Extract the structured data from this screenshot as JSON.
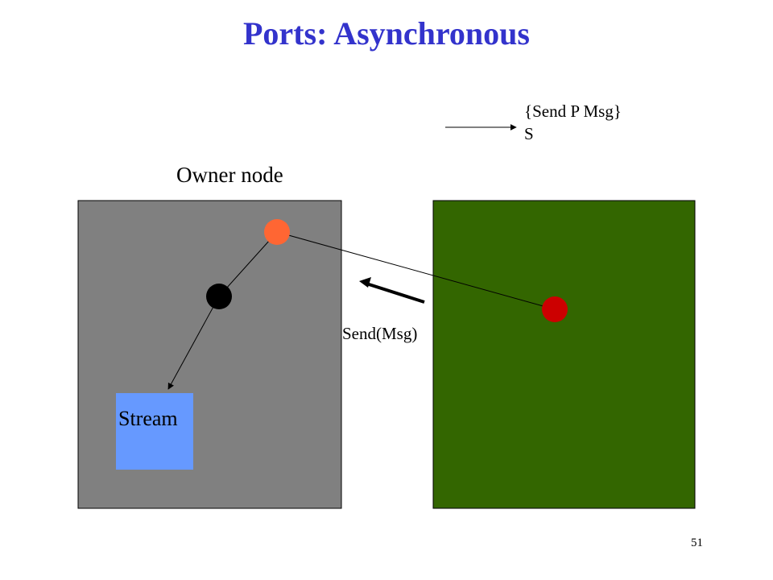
{
  "slide": {
    "title": "Ports: Asynchronous",
    "page_number": "51"
  },
  "legend": {
    "line1": "{Send P Msg}",
    "line2": "S"
  },
  "diagram": {
    "owner_node_label": "Owner node",
    "send_label": "Send(Msg)",
    "stream_label": "Stream",
    "colors": {
      "title": "#3333cc",
      "owner_site": "#808080",
      "remote_site": "#336600",
      "stream_box": "#6699ff",
      "port_node": "#ff6633",
      "thread_node": "#000000",
      "sender_node": "#cc0000"
    }
  }
}
